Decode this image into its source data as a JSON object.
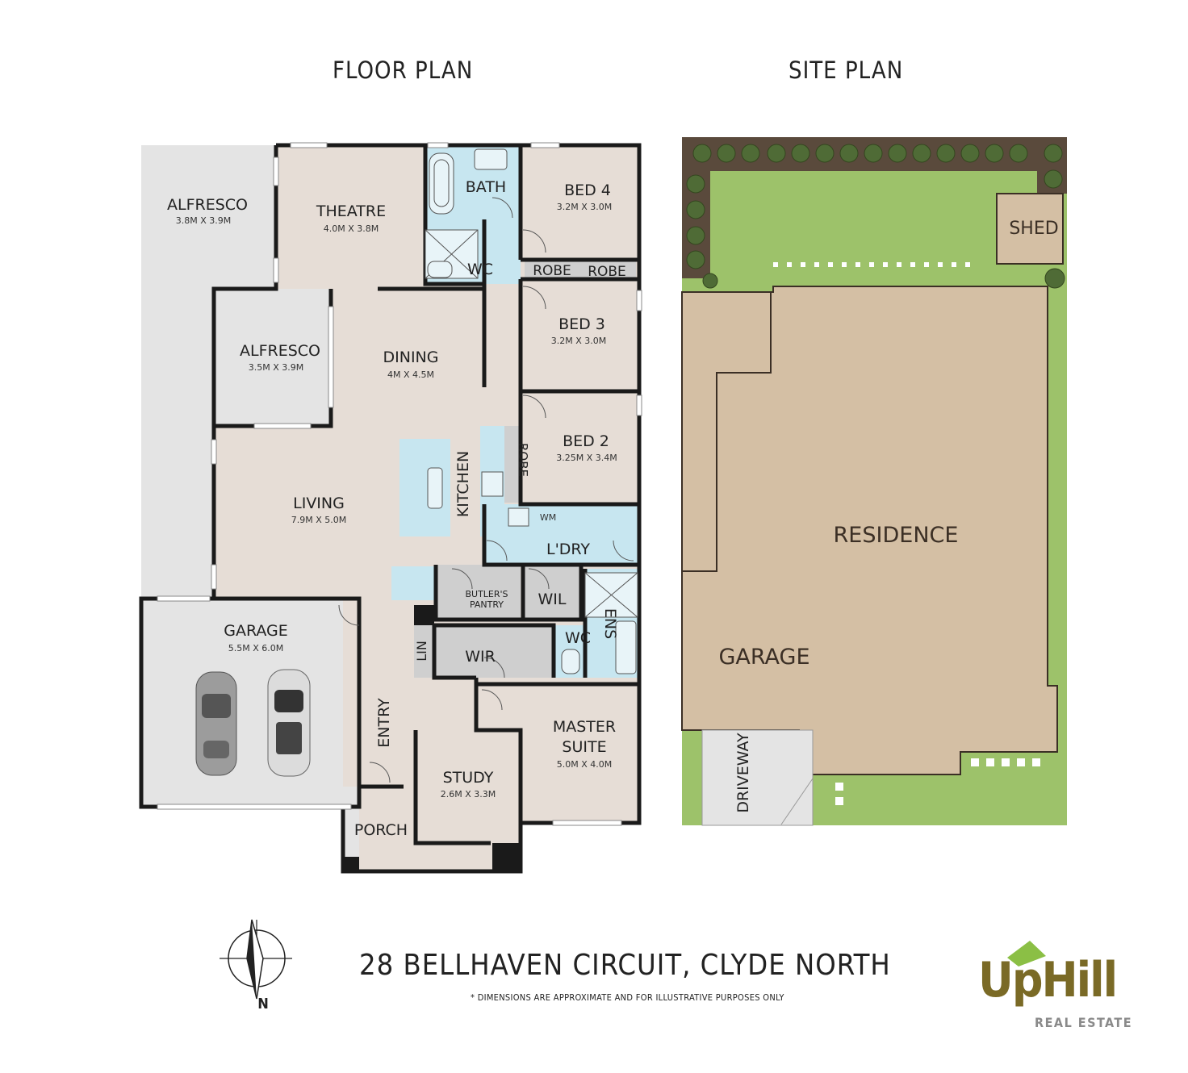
{
  "headings": {
    "floor_plan": "FLOOR PLAN",
    "site_plan": "SITE PLAN"
  },
  "rooms": {
    "alfresco_1": {
      "name": "ALFRESCO",
      "dim": "3.8M X 3.9M"
    },
    "theatre": {
      "name": "THEATRE",
      "dim": "4.0M X 3.8M"
    },
    "bath": {
      "name": "BATH"
    },
    "bed4": {
      "name": "BED 4",
      "dim": "3.2M X 3.0M"
    },
    "wc_1": {
      "name": "WC"
    },
    "robe_1": {
      "name": "ROBE"
    },
    "robe_2": {
      "name": "ROBE"
    },
    "bed3": {
      "name": "BED 3",
      "dim": "3.2M X 3.0M"
    },
    "alfresco_2": {
      "name": "ALFRESCO",
      "dim": "3.5M X 3.9M"
    },
    "dining": {
      "name": "DINING",
      "dim": "4M X 4.5M"
    },
    "bed2": {
      "name": "BED 2",
      "dim": "3.25M X 3.4M"
    },
    "robe_3": {
      "name": "ROBE"
    },
    "kitchen": {
      "name": "KITCHEN"
    },
    "wm": {
      "name": "WM"
    },
    "living": {
      "name": "LIVING",
      "dim": "7.9M X 5.0M"
    },
    "laundry": {
      "name": "L'DRY"
    },
    "butlers_pantry_1": {
      "name": "BUTLER'S"
    },
    "butlers_pantry_2": {
      "name": "PANTRY"
    },
    "wil": {
      "name": "WIL"
    },
    "ens": {
      "name": "ENS"
    },
    "garage": {
      "name": "GARAGE",
      "dim": "5.5M X 6.0M"
    },
    "lin": {
      "name": "LIN"
    },
    "wir": {
      "name": "WIR"
    },
    "wc_2": {
      "name": "WC"
    },
    "entry": {
      "name": "ENTRY"
    },
    "master": {
      "name_1": "MASTER",
      "name_2": "SUITE",
      "dim": "5.0M X 4.0M"
    },
    "study": {
      "name": "STUDY",
      "dim": "2.6M X 3.3M"
    },
    "porch": {
      "name": "PORCH"
    }
  },
  "site": {
    "shed": "SHED",
    "residence": "RESIDENCE",
    "garage": "GARAGE",
    "driveway": "DRIVEWAY"
  },
  "compass": {
    "label": "N"
  },
  "address": "28 BELLHAVEN CIRCUIT, CLYDE NORTH",
  "disclaimer": "* DIMENSIONS ARE APPROXIMATE AND FOR ILLUSTRATIVE PURPOSES ONLY",
  "logo": {
    "wordmark": "UpHill",
    "tagline": "REAL ESTATE"
  },
  "colors": {
    "floor": "#e6ddd6",
    "wet": "#c7e6f0",
    "outdoor": "#e4e4e4",
    "wall": "#1a1a1a",
    "lawn": "#9dc26a",
    "garden_bed": "#5a4a3c",
    "residence": "#d4bfa4",
    "shed": "#d4bfa4",
    "logo_olive": "#7a6a26",
    "logo_green": "#8bbf45"
  }
}
